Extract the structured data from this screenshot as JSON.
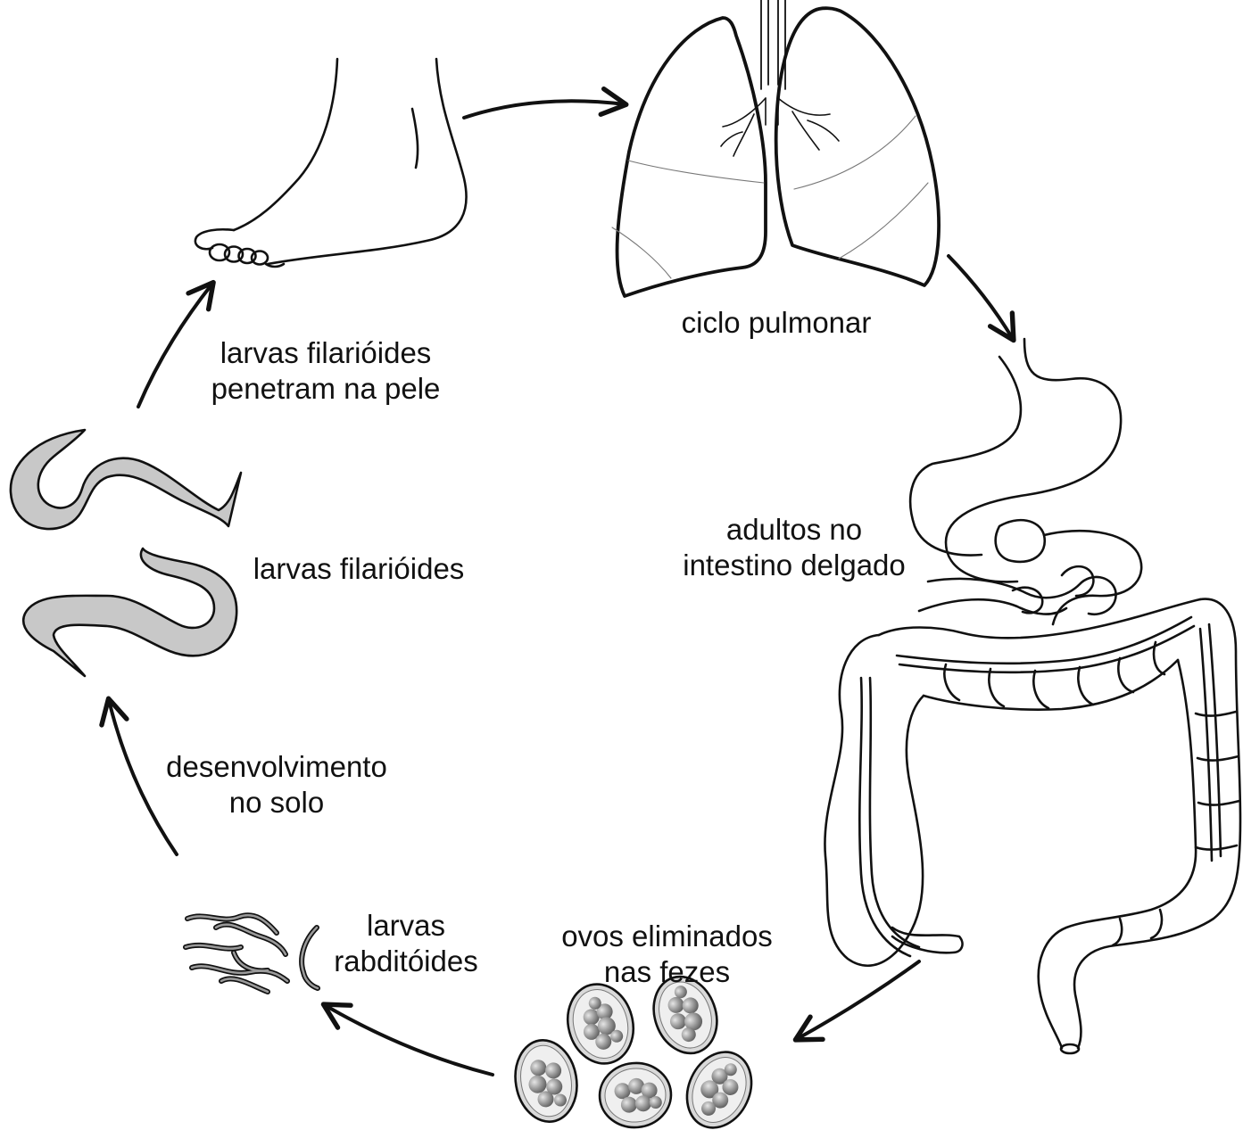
{
  "labels": {
    "skin_penetration": {
      "line1": "larvas filarióides",
      "line2": "penetram na pele"
    },
    "pulmonary": {
      "line1": "ciclo pulmonar"
    },
    "adults": {
      "line1": "adultos no",
      "line2": "intestino delgado"
    },
    "filariform": {
      "line1": "larvas filarióides"
    },
    "soil": {
      "line1": "desenvolvimento",
      "line2": "no solo"
    },
    "rhabditiform": {
      "line1": "larvas",
      "line2": "rabditóides"
    },
    "eggs": {
      "line1": "ovos eliminados",
      "line2": "nas fezes"
    }
  },
  "colors": {
    "ink": "#111111",
    "larva_fill": "#c8c8c8",
    "egg_shell": "#d9d9d9",
    "egg_cells": "#8c8c8c"
  }
}
